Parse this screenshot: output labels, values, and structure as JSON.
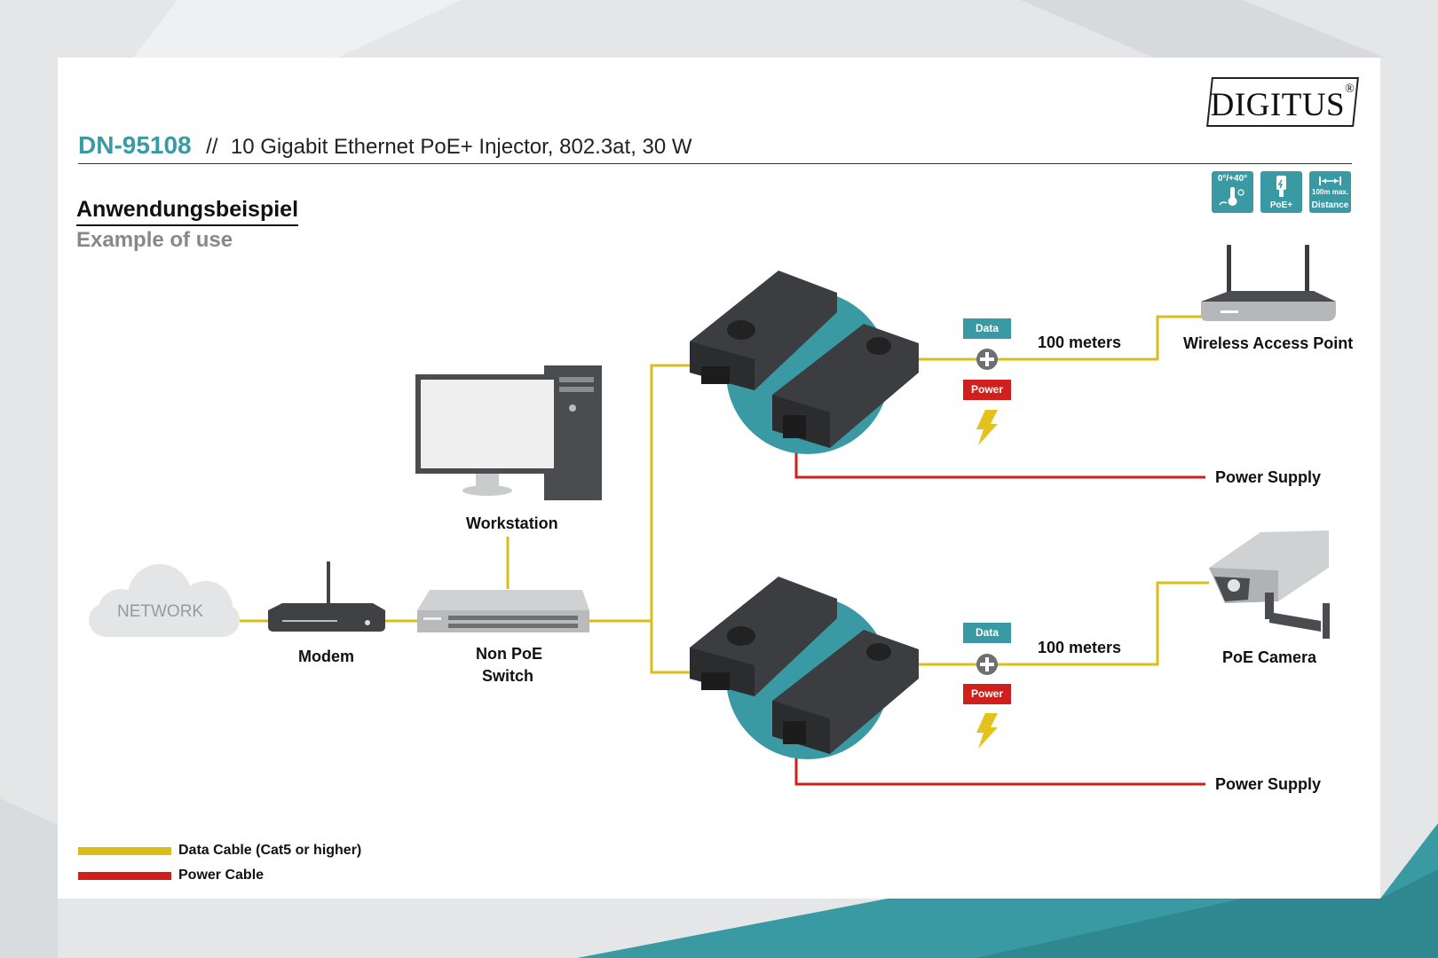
{
  "brand": {
    "logo_text": "DIGITUS",
    "registered": "®"
  },
  "header": {
    "model": "DN-95108",
    "separator": "//",
    "subtitle": "10 Gigabit Ethernet PoE+ Injector, 802.3at, 30 W"
  },
  "section": {
    "title_de": "Anwendungsbeispiel",
    "title_en": "Example of use"
  },
  "features": [
    {
      "icon": "temperature-range-icon",
      "label": "0°/+40°"
    },
    {
      "icon": "poe-plus-icon",
      "label": "PoE+"
    },
    {
      "icon": "distance-icon",
      "top": "100m max.",
      "label": "Distance"
    }
  ],
  "nodes": {
    "network": "NETWORK",
    "modem": "Modem",
    "switch_line1": "Non PoE",
    "switch_line2": "Switch",
    "workstation": "Workstation",
    "access_point": "Wireless Access Point",
    "camera": "PoE Camera",
    "power_supply_1": "Power Supply",
    "power_supply_2": "Power Supply"
  },
  "links": {
    "data_tag": "Data",
    "power_tag": "Power",
    "distance_1": "100 meters",
    "distance_2": "100 meters"
  },
  "legend": [
    {
      "label": "Data Cable (Cat5 or higher)",
      "color": "#d9bd1a"
    },
    {
      "label": "Power Cable",
      "color": "#d0201d"
    }
  ],
  "colors": {
    "accent": "#3a9aa4",
    "data_cable": "#d9bd1a",
    "power_cable": "#d0201d"
  }
}
